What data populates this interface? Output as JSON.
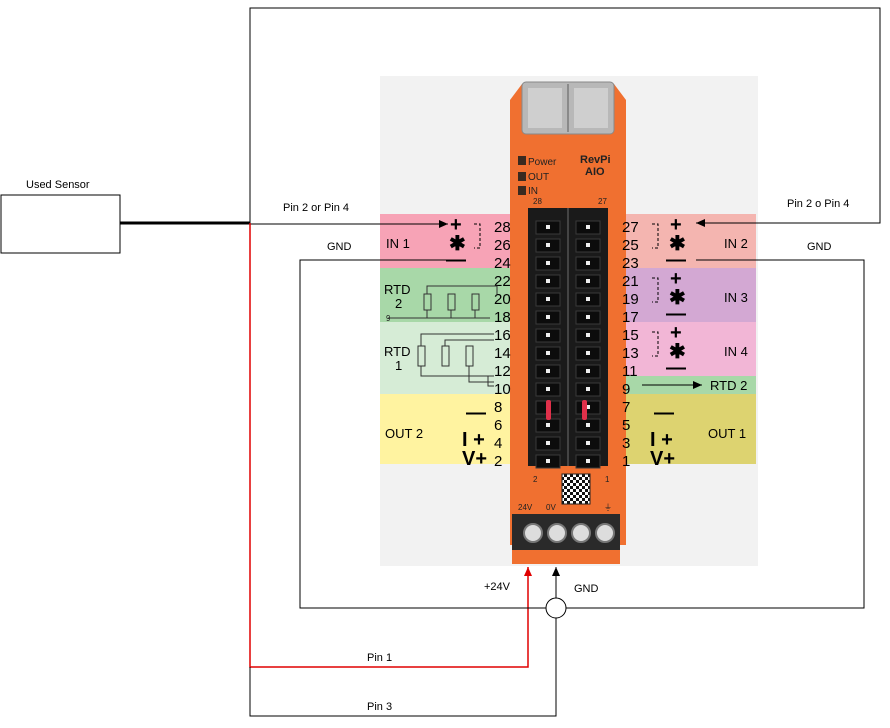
{
  "sensor": {
    "label": "Used Sensor"
  },
  "wires": {
    "pin_2_or_4_left": "Pin  2 or Pin 4",
    "pin_2_or_4_right": "Pin 2 o Pin 4",
    "gnd_left": "GND",
    "gnd_right": "GND",
    "gnd_bottom": "GND",
    "plus_24v": "+24V",
    "pin1": "Pin 1",
    "pin3": "Pin 3"
  },
  "device": {
    "brand": "RevPi",
    "model": "AIO",
    "leds": [
      "Power",
      "OUT",
      "IN"
    ],
    "header_left_num": "28",
    "header_right_num": "27",
    "footer_left_num": "2",
    "footer_right_num": "1",
    "power_labels": [
      "24V",
      "0V"
    ],
    "colors": {
      "housing": "#f07030",
      "housing_dark": "#d45a20",
      "connector": "#1a1a1a",
      "pin_red": "#e0304a",
      "red_wire": "#e00000"
    }
  },
  "blocks_left": [
    {
      "name": "IN 1",
      "color": "#f7a3b6"
    },
    {
      "name": "RTD",
      "sub": "2",
      "color": "#a8d8a8"
    },
    {
      "name": "RTD",
      "sub": "1",
      "color": "#d6ecd6"
    },
    {
      "name": "OUT 2",
      "color": "#fff3a0"
    }
  ],
  "blocks_right": [
    {
      "name": "IN 2",
      "color": "#f4b5b0"
    },
    {
      "name": "IN 3",
      "color": "#d3a8d3"
    },
    {
      "name": "IN 4",
      "color": "#f2b6d6"
    },
    {
      "name": "RTD 2",
      "color": "#a8d8a8"
    },
    {
      "name": "OUT 1",
      "color": "#ddd370"
    }
  ],
  "pins_left": [
    "28",
    "26",
    "24",
    "22",
    "20",
    "18",
    "16",
    "14",
    "12",
    "10",
    "8",
    "6",
    "4",
    "2"
  ],
  "pins_right": [
    "27",
    "25",
    "23",
    "21",
    "19",
    "17",
    "15",
    "13",
    "11",
    "9",
    "7",
    "5",
    "3",
    "1"
  ],
  "symbols": {
    "plus": "+",
    "star": "✱",
    "minus": "—",
    "i_plus": "I +",
    "v_plus": "V+",
    "rtd_arrow_label": "9"
  }
}
